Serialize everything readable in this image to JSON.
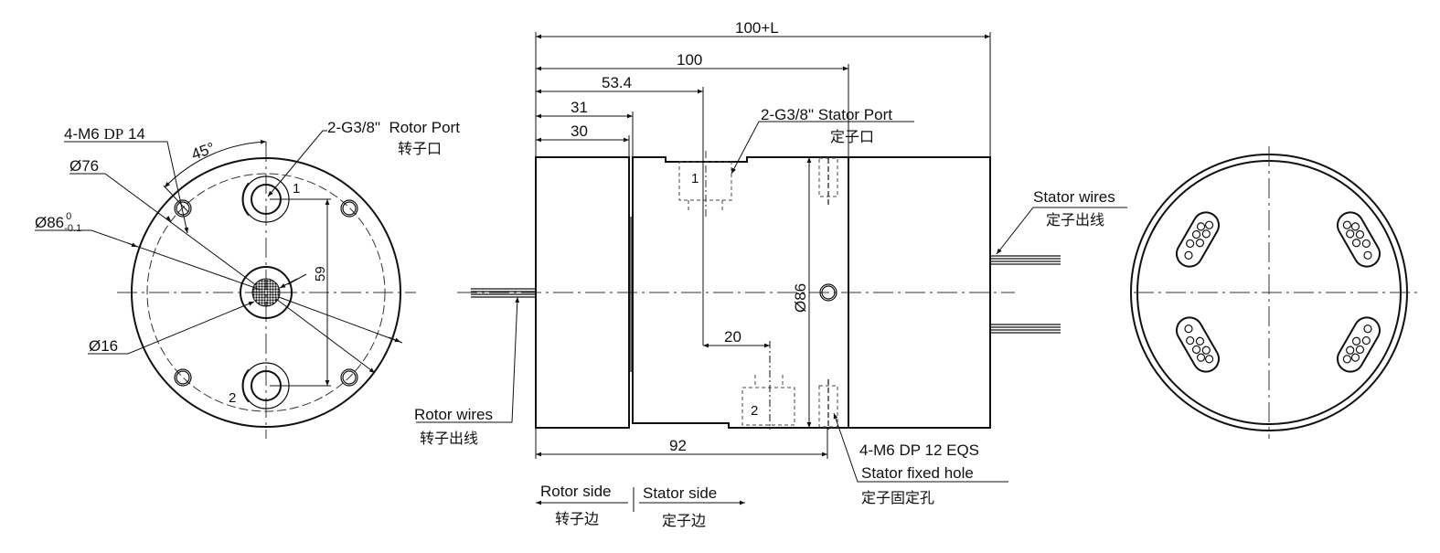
{
  "front_view": {
    "bolt_holes": "4-M6",
    "bolt_depth_prefix": "DP",
    "bolt_depth": "14",
    "angle": "45°",
    "pcd": "Ø76",
    "outer_dia": "Ø86",
    "outer_tol_upper": "0",
    "outer_tol_lower": "-0.1",
    "bore": "Ø16",
    "port_spacing": "59",
    "rotor_port_label": "2-G3/8\"  Rotor Port",
    "rotor_port_cn": "转子口",
    "port_1": "1",
    "port_2": "2"
  },
  "side_view": {
    "dim_total": "100+L",
    "dim_100": "100",
    "dim_53_4": "53.4",
    "dim_31": "31",
    "dim_30": "30",
    "dim_92": "92",
    "dim_20": "20",
    "dim_dia": "Ø86",
    "stator_port_label": "2-G3/8\" Stator Port",
    "stator_port_cn": "定子口",
    "port_1": "1",
    "port_2": "2",
    "rotor_wires": "Rotor wires",
    "rotor_wires_cn": "转子出线",
    "stator_wires": "Stator wires",
    "stator_wires_cn": "定子出线",
    "fixed_hole_spec": "4-M6 DP 12 EQS",
    "fixed_hole_label": "Stator fixed hole",
    "fixed_hole_cn": "定子固定孔",
    "rotor_side": "Rotor side",
    "rotor_side_cn": "转子边",
    "stator_side": "Stator side",
    "stator_side_cn": "定子边"
  }
}
